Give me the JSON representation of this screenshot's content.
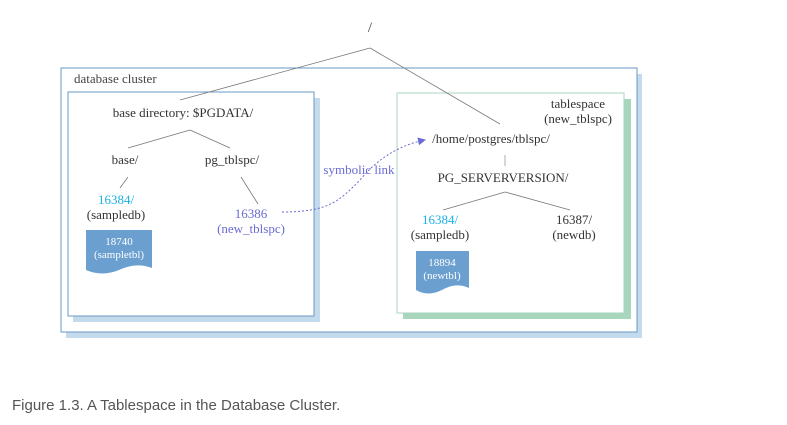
{
  "root": "/",
  "cluster": {
    "label": "database cluster",
    "base": {
      "title": "base directory: $PGDATA/",
      "base_dir": "base/",
      "tblspc_dir": "pg_tblspc/",
      "db_oid": "16384/",
      "db_name": "(sampledb)",
      "table": {
        "oid": "18740",
        "name": "(sampletbl)"
      },
      "link_oid": "16386",
      "link_name": "(new_tblspc)"
    },
    "tablespace": {
      "label_line1": "tablespace",
      "label_line2": "(new_tblspc)",
      "path": "/home/postgres/tblspc/",
      "version_dir": "PG_SERVERVERSION/",
      "db1_oid": "16384/",
      "db1_name": "(sampledb)",
      "db2_oid": "16387/",
      "db2_name": "(newdb)",
      "table": {
        "oid": "18894",
        "name": "(newtbl)"
      }
    },
    "symlink_label": "symbolic link"
  },
  "caption": "Figure 1.3. A Tablespace in the Database Cluster.",
  "colors": {
    "cyan_text": "#1ab0e6",
    "link_blue": "#6b6bd6",
    "file_fill": "#6a9fcf",
    "base_shadow": "#c4dbee",
    "tblspc_shadow": "#a8d6bc",
    "box_border": "#6a9ac4"
  }
}
